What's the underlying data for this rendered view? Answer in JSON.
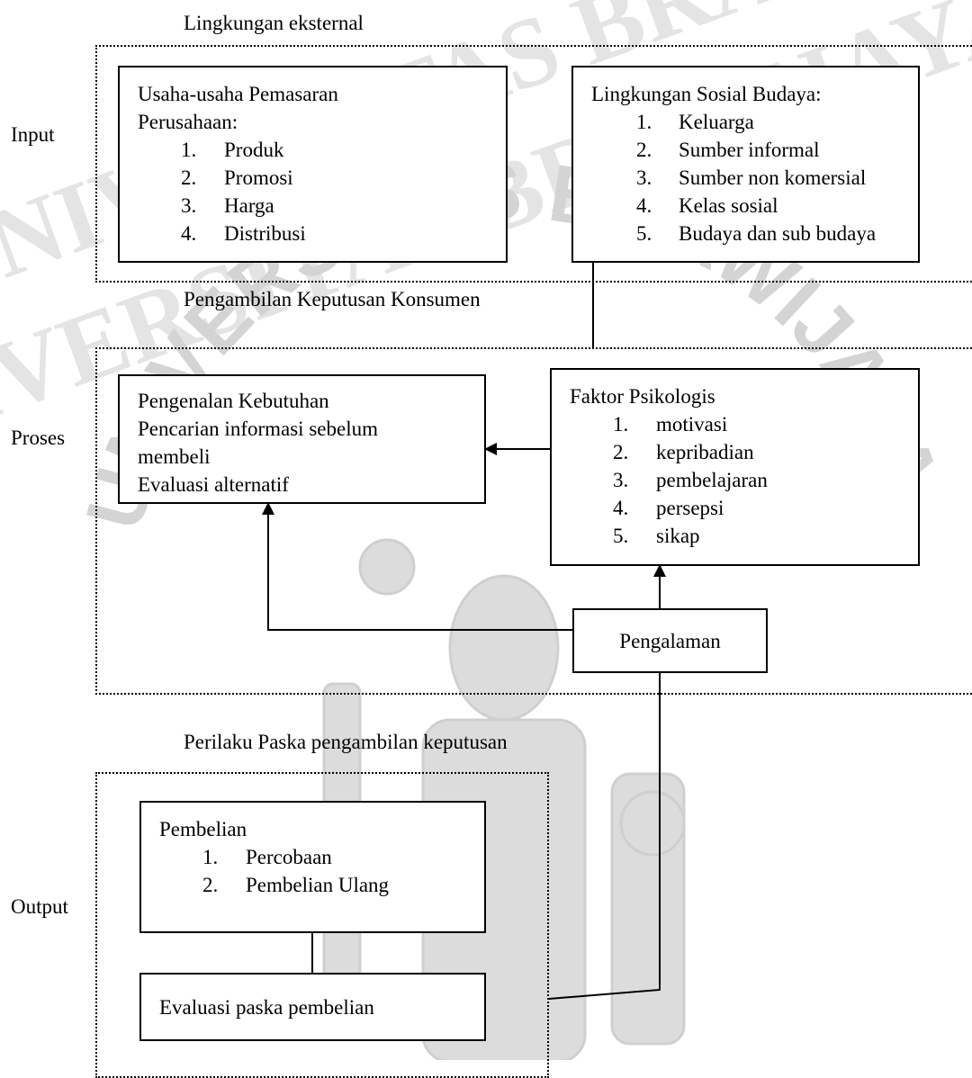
{
  "watermark": {
    "text": "UNIVERSITAS BRAWIJAYA",
    "color": "#c8c8c8"
  },
  "sections": {
    "eksternal": "Lingkungan eksternal",
    "keputusan": "Pengambilan Keputusan Konsumen",
    "paska": "Perilaku Paska pengambilan keputusan"
  },
  "side_labels": {
    "input": "Input",
    "proses": "Proses",
    "output": "Output"
  },
  "boxes": {
    "pemasaran": {
      "title_line1": "Usaha-usaha Pemasaran",
      "title_line2": "Perusahaan:",
      "items": [
        {
          "num": "1.",
          "label": "Produk"
        },
        {
          "num": "2.",
          "label": "Promosi"
        },
        {
          "num": "3.",
          "label": "Harga"
        },
        {
          "num": "4.",
          "label": "Distribusi"
        }
      ]
    },
    "sosial": {
      "title": "Lingkungan Sosial Budaya:",
      "items": [
        {
          "num": "1.",
          "label": "Keluarga"
        },
        {
          "num": "2.",
          "label": "Sumber informal"
        },
        {
          "num": "3.",
          "label": "Sumber non komersial"
        },
        {
          "num": "4.",
          "label": "Kelas sosial"
        },
        {
          "num": "5.",
          "label": "Budaya dan sub budaya"
        }
      ]
    },
    "kebutuhan": {
      "line1": "Pengenalan Kebutuhan",
      "line2": "Pencarian informasi sebelum",
      "line3": "membeli",
      "line4": "Evaluasi alternatif"
    },
    "psikologis": {
      "title": "Faktor Psikologis",
      "items": [
        {
          "num": "1.",
          "label": "motivasi"
        },
        {
          "num": "2.",
          "label": "kepribadian"
        },
        {
          "num": "3.",
          "label": "pembelajaran"
        },
        {
          "num": "4.",
          "label": "persepsi"
        },
        {
          "num": "5.",
          "label": "sikap"
        }
      ]
    },
    "pengalaman": {
      "label": "Pengalaman"
    },
    "pembelian": {
      "title": "Pembelian",
      "items": [
        {
          "num": "1.",
          "label": "Percobaan"
        },
        {
          "num": "2.",
          "label": "Pembelian Ulang"
        }
      ]
    },
    "evaluasi": {
      "label": "Evaluasi paska pembelian"
    }
  }
}
